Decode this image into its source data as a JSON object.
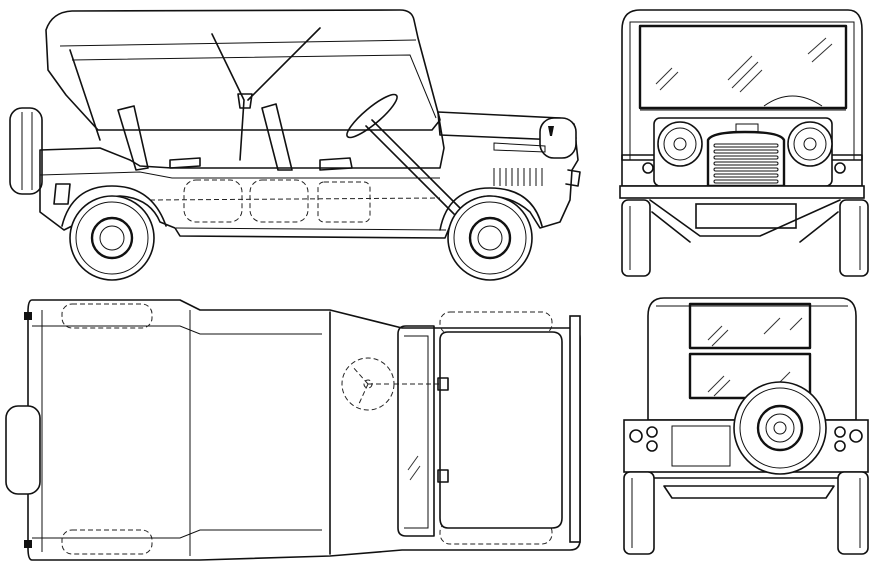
{
  "drawing": {
    "views": [
      {
        "id": "side",
        "kind": "side-elevation"
      },
      {
        "id": "front",
        "kind": "front-elevation"
      },
      {
        "id": "top",
        "kind": "plan-view"
      },
      {
        "id": "rear",
        "kind": "rear-elevation"
      }
    ],
    "line_color": "#111111",
    "background": "#ffffff"
  }
}
